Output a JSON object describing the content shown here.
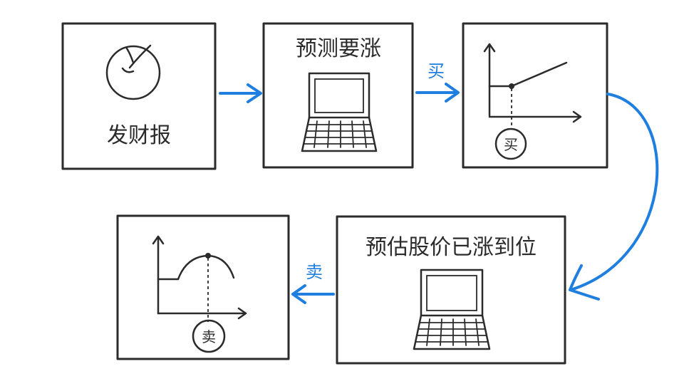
{
  "steps": {
    "earnings": "发财报",
    "predict_rise": "预测要涨",
    "estimate_peak": "预估股价已涨到位"
  },
  "actions": {
    "buy": "买",
    "sell": "卖"
  },
  "colors": {
    "arrow": "#1e7fe0",
    "ink": "#2b2b2b"
  }
}
